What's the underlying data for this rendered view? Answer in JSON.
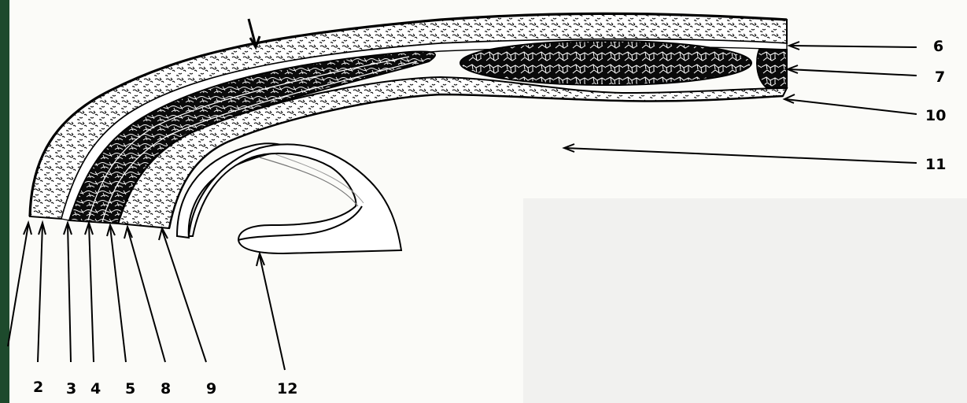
{
  "colors": {
    "border_green": "#1d4a2c",
    "paper": "#fbfbf8",
    "ink": "#000000"
  },
  "labels": {
    "l1": "",
    "l2": "2",
    "l3": "3",
    "l4": "4",
    "l5": "5",
    "l6": "6",
    "l7": "7",
    "l8": "8",
    "l9": "9",
    "l10": "10",
    "l11": "11",
    "l12": "12"
  }
}
